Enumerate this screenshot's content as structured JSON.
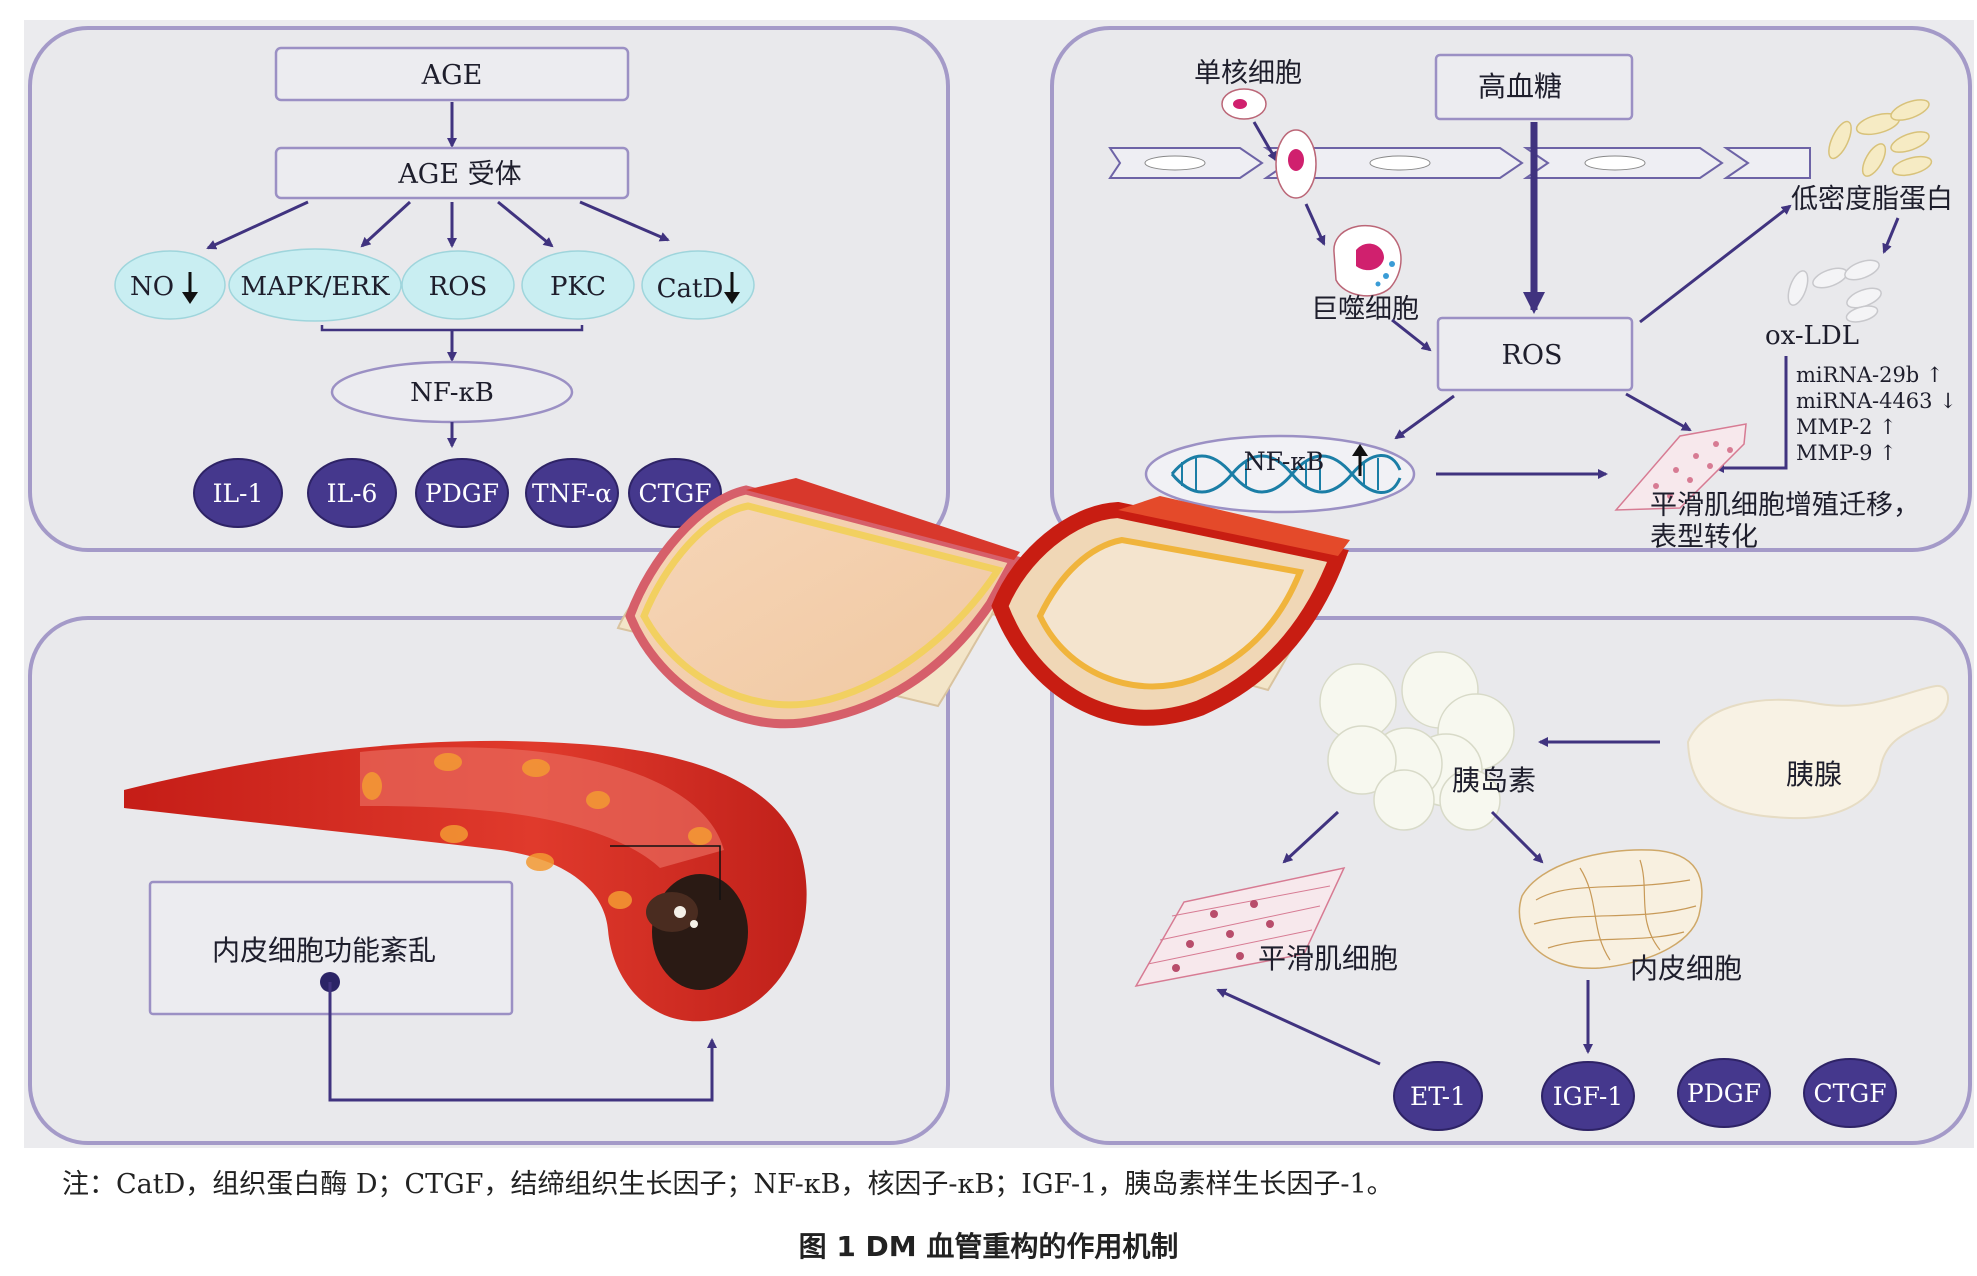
{
  "colors": {
    "panel_bg": "#e9e9ec",
    "panel_border": "#a49ac8",
    "arrow": "#40337f",
    "pill_cyan": "#c9eef2",
    "pill_purple": "#45388d",
    "vessel_red": "#d42a1f"
  },
  "tl": {
    "age": "AGE",
    "age_receptor": "AGE 受体",
    "mediators": [
      "NO",
      "MAPK/ERK",
      "ROS",
      "PKC",
      "CatD"
    ],
    "nfkb": "NF-κB",
    "cytokines": [
      "IL-1",
      "IL-6",
      "PDGF",
      "TNF-α",
      "CTGF"
    ]
  },
  "tr": {
    "monocyte": "单核细胞",
    "hyperglycemia": "高血糖",
    "macrophage": "巨噬细胞",
    "ros": "ROS",
    "ldl": "低密度脂蛋白",
    "oxldl": "ox-LDL",
    "mirna": [
      "miRNA-29b ↑",
      "miRNA-4463 ↓",
      "MMP-2 ↑",
      "MMP-9 ↑"
    ],
    "nfkb": "NF-κB",
    "smc_result_1": "平滑肌细胞增殖迁移，",
    "smc_result_2": "表型转化"
  },
  "bl": {
    "endothelial_dysfunction": "内皮细胞功能紊乱"
  },
  "br": {
    "insulin": "胰岛素",
    "pancreas": "胰腺",
    "smooth_muscle": "平滑肌细胞",
    "endothelial": "内皮细胞",
    "factors": [
      "ET-1",
      "IGF-1",
      "PDGF",
      "CTGF"
    ]
  },
  "note": "注：CatD，组织蛋白酶 D；CTGF，结缔组织生长因子；NF-κB，核因子-κB；IGF-1，胰岛素样生长因子-1。",
  "caption": "图 1    DM 血管重构的作用机制"
}
